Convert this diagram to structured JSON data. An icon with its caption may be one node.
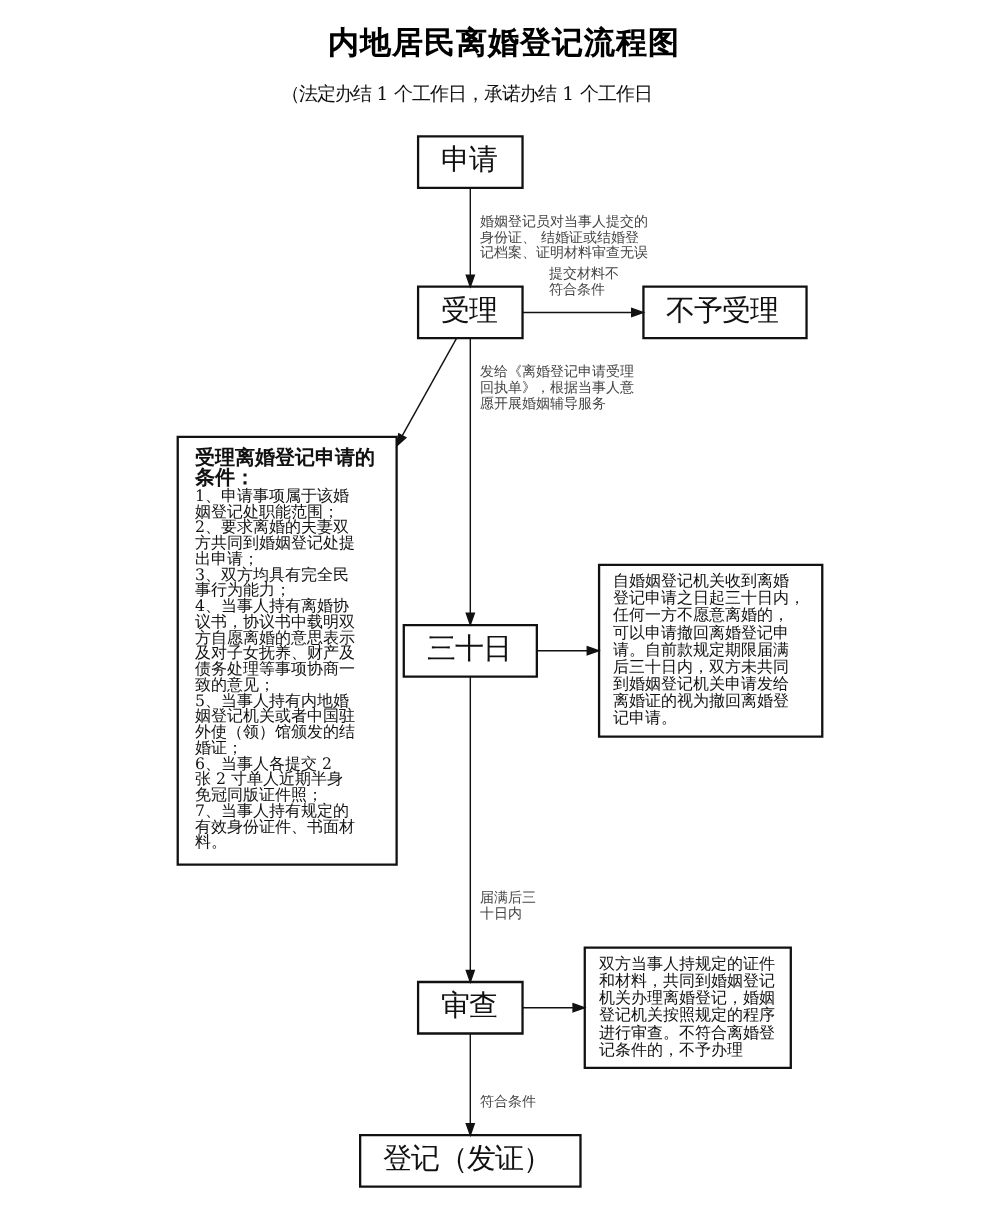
{
  "diagram": {
    "title": "内地居民离婚登记流程图",
    "nodes": [
      {
        "text": [
          "申请"
        ]
      },
      {
        "text": [
          "受理离婚登记申请的条件：",
          "1、申请事项属于该婚姻登记处职能范围；",
          "2、要求离婚的夫妻双方共同到婚姻登记处提出申请；",
          "3、双方均具有完全民事行为能力；",
          "4、当事人持有离婚协议书，协议书中载明双方自愿离婚的意思表示及对子女抚养、财产及债务处理等事项协商一致的意见；",
          "5、当事人持有内地婚姻登记机关或者中国驻外使（领）馆颁发的结婚证；",
          "6、当事人各提交 2 张 2 寸单人近期半身免冠同版证件照；",
          "7、当事人持有规定的有效身份证件、书面材料。"
        ]
      },
      {
        "text": [
          "受理"
        ]
      },
      {
        "text": [
          "不予受理"
        ]
      },
      {
        "text": [
          "自婚姻登记机关收到离婚登记申请之日起三十日内，任何一方不愿意离婚的，可以申请撤回离婚登记申请。自前款规定期限届满后三十日内，双方未共同到婚姻登记机关申请发给离婚证的视为撤回离婚登记申请。"
        ]
      },
      {
        "text": [
          "三十日"
        ]
      },
      {
        "text": [
          "双方当事人持规定的证件和材料，共同到婚姻登记机关办理离婚登记，婚姻登记机关按照规定的程序进行审查。不符合离婚登记条件的，不予办理"
        ]
      },
      {
        "text": [
          "审查"
        ]
      },
      {
        "text": [
          "登记（发证）"
        ]
      }
    ],
    "edges": [
      {
        "from": 0,
        "to": 2,
        "arrow": "to",
        "label": "婚姻登记员对当事人提交的身份证、 结婚证或结婚登记档案、证明材料审查无误"
      },
      {
        "from": 2,
        "to": 1,
        "arrow": "to"
      },
      {
        "from": 2,
        "to": 3,
        "arrow": "to",
        "label": "提交材料不符合条件"
      },
      {
        "from": 2,
        "to": 5,
        "arrow": "to",
        "label": "发给《离婚登记申请受理回执单》，根据当事人意愿开展婚姻辅导服务"
      },
      {
        "from": 5,
        "to": 4,
        "arrow": "to"
      },
      {
        "from": 5,
        "to": 7,
        "arrow": "to",
        "label": "届满后三十日内"
      },
      {
        "from": 7,
        "to": 6,
        "arrow": "to"
      },
      {
        "from": 7,
        "to": 8,
        "arrow": "to",
        "label": "符合条件"
      }
    ],
    "labels": [
      "（法定办结 1 个工作日，承诺办结 1 个工作日"
    ]
  }
}
